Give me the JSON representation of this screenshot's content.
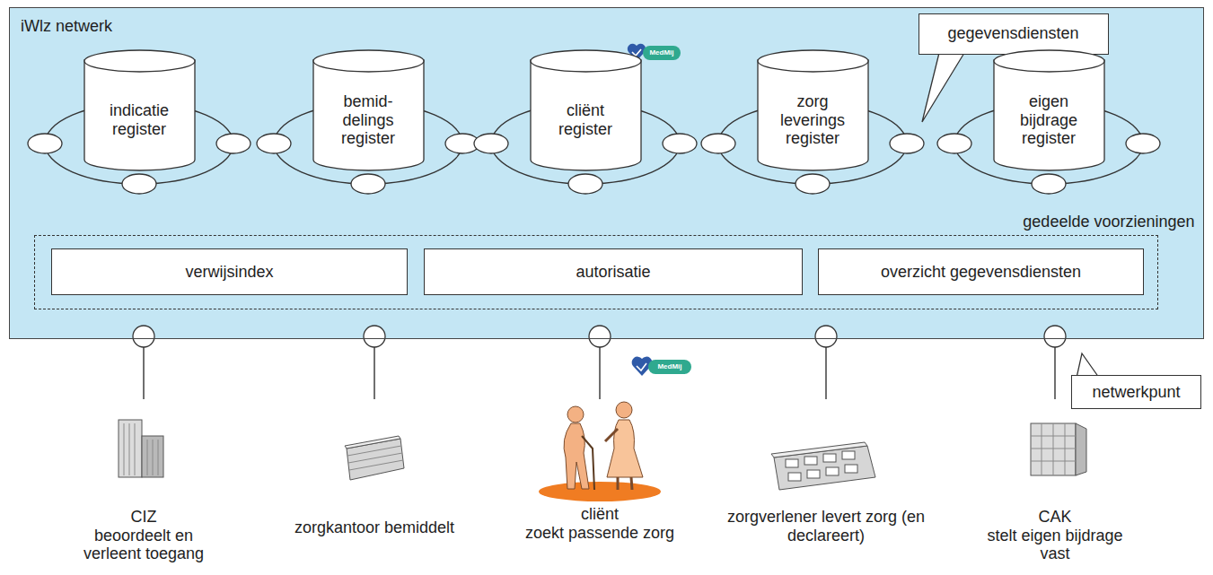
{
  "diagram": {
    "nodes": [
      {
        "text": [
          "iWlz netwerk"
        ]
      },
      {
        "text": [
          "indicatie register"
        ],
        "in": 0
      },
      {
        "text": [
          "bemid- delings register"
        ],
        "in": 0
      },
      {
        "text": [
          "cliënt register"
        ],
        "in": 0
      },
      {
        "text": [
          "zorg leverings register"
        ],
        "in": 0
      },
      {
        "text": [
          "gegevensdiensten"
        ],
        "in": 0
      },
      {
        "text": [
          "eigen bijdrage register"
        ],
        "in": 0
      },
      {
        "text": [
          "gedeelde voorzieningen"
        ],
        "in": 0
      },
      {
        "text": [
          "verwijsindex"
        ],
        "in": 7
      },
      {
        "text": [
          "autorisatie"
        ],
        "in": 7
      },
      {
        "text": [
          "overzicht gegevensdiensten"
        ],
        "in": 7
      },
      {
        "text": [
          "CIZ",
          "beoordeelt en verleent toegang"
        ]
      },
      {
        "text": [
          "zorgkantoor bemiddelt"
        ]
      },
      {
        "text": [
          "cliënt",
          "zoekt passende zorg"
        ]
      },
      {
        "text": [
          "zorgverlener levert zorg (en declareert)"
        ]
      },
      {
        "text": [
          "CAK",
          "stelt eigen bijdrage vast"
        ]
      },
      {
        "text": [
          "netwerkpunt"
        ]
      }
    ],
    "edges": [
      {
        "from": 11,
        "to": 0,
        "arrow": "none"
      },
      {
        "from": 12,
        "to": 0,
        "arrow": "none"
      },
      {
        "from": 13,
        "to": 0,
        "arrow": "none"
      },
      {
        "from": 14,
        "to": 0,
        "arrow": "none"
      },
      {
        "from": 15,
        "to": 0,
        "arrow": "none"
      }
    ],
    "labels": [
      "MedMij",
      "MedMij"
    ]
  }
}
